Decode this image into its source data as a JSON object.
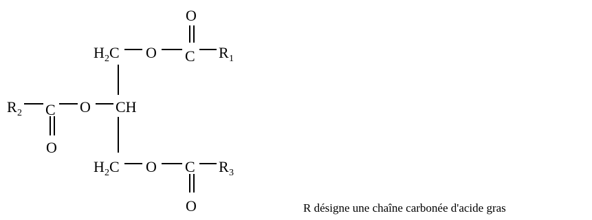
{
  "molecule": {
    "top_chain": {
      "carbon_group": "H",
      "carbon_group_sub": "2",
      "carbon_group_c": "C",
      "oxygen": "O",
      "carbonyl_carbon": "C",
      "carbonyl_oxygen": "O",
      "r_group": "R",
      "r_group_sub": "1"
    },
    "middle_chain": {
      "r_group": "R",
      "r_group_sub": "2",
      "carbonyl_carbon": "C",
      "carbonyl_oxygen": "O",
      "oxygen": "O",
      "methine": "CH"
    },
    "bottom_chain": {
      "carbon_group": "H",
      "carbon_group_sub": "2",
      "carbon_group_c": "C",
      "oxygen": "O",
      "carbonyl_carbon": "C",
      "carbonyl_oxygen": "O",
      "r_group": "R",
      "r_group_sub": "3"
    }
  },
  "caption": "R désigne une chaîne carbonée d'acide gras"
}
